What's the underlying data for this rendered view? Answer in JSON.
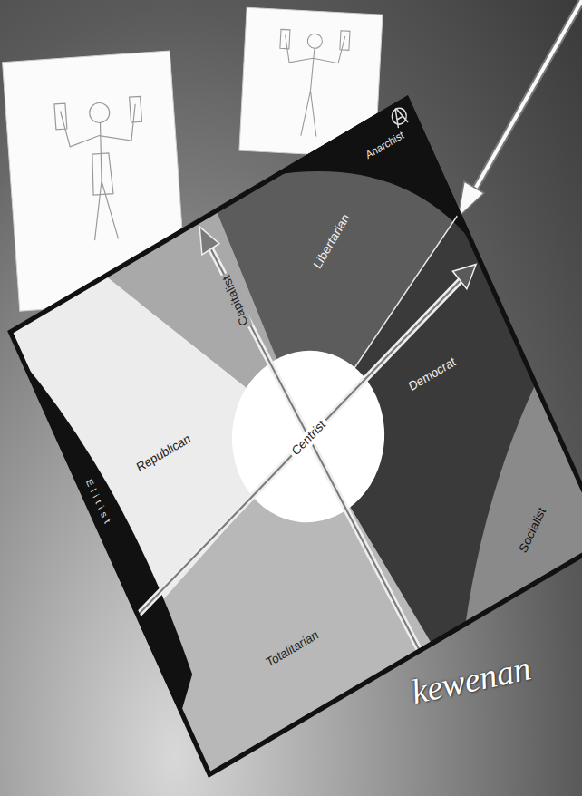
{
  "diagram": {
    "nodes": [
      {
        "text": [
          "Anarchist"
        ]
      },
      {
        "text": [
          "Capitalist"
        ]
      },
      {
        "text": [
          "Libertarian"
        ]
      },
      {
        "text": [
          "Elitist"
        ]
      },
      {
        "text": [
          "Republican"
        ]
      },
      {
        "text": [
          "Centrist"
        ]
      },
      {
        "text": [
          "Democrat"
        ]
      },
      {
        "text": [
          "Socialist"
        ]
      },
      {
        "text": [
          "Totalitarian"
        ]
      }
    ],
    "labels": [
      "kewenan"
    ]
  }
}
